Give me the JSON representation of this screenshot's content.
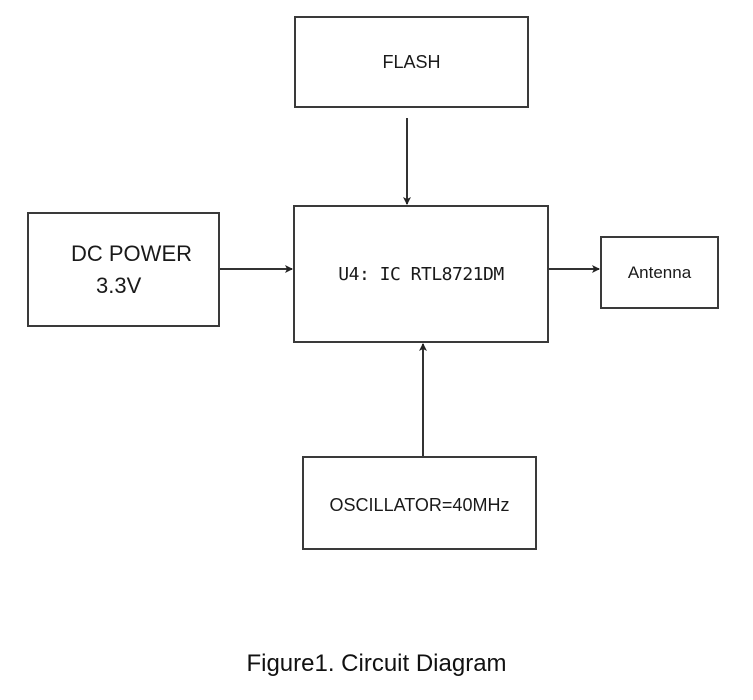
{
  "diagram": {
    "type": "block-diagram",
    "blocks": {
      "flash": "FLASH",
      "chip": "U4: IC RTL8721DM",
      "power_line1": "DC POWER",
      "power_line2": "3.3V",
      "antenna": "Antenna",
      "oscillator": "OSCILLATOR=40MHz"
    },
    "connections": [
      {
        "from": "FLASH",
        "to": "U4: IC RTL8721DM"
      },
      {
        "from": "DC POWER 3.3V",
        "to": "U4: IC RTL8721DM"
      },
      {
        "from": "U4: IC RTL8721DM",
        "to": "Antenna"
      },
      {
        "from": "OSCILLATOR=40MHz",
        "to": "U4: IC RTL8721DM"
      }
    ],
    "caption": "Figure1. Circuit Diagram",
    "colors": {
      "line": "#333333",
      "background": "#ffffff"
    }
  }
}
